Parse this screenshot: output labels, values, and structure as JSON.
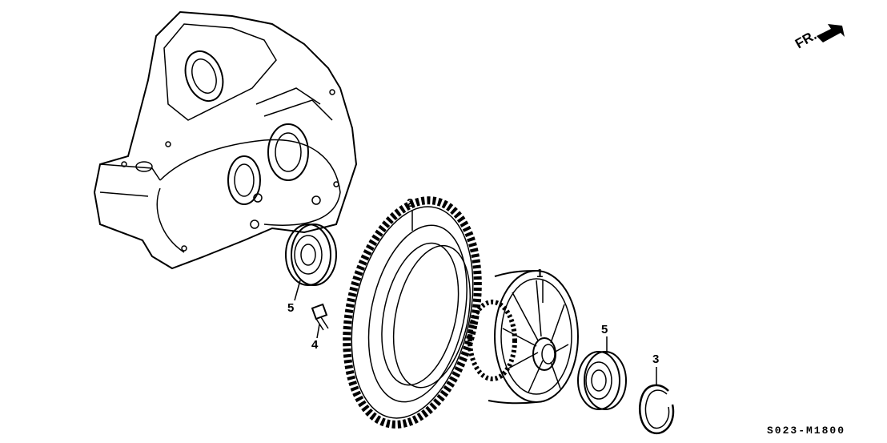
{
  "diagram": {
    "direction_label": "FR.",
    "diagram_code": "S023-M1800",
    "callouts": {
      "differential": "1",
      "final_driven_gear": "2",
      "snap_ring": "3",
      "bolt": "4",
      "bearing_left": "5",
      "bearing_right": "5"
    }
  }
}
